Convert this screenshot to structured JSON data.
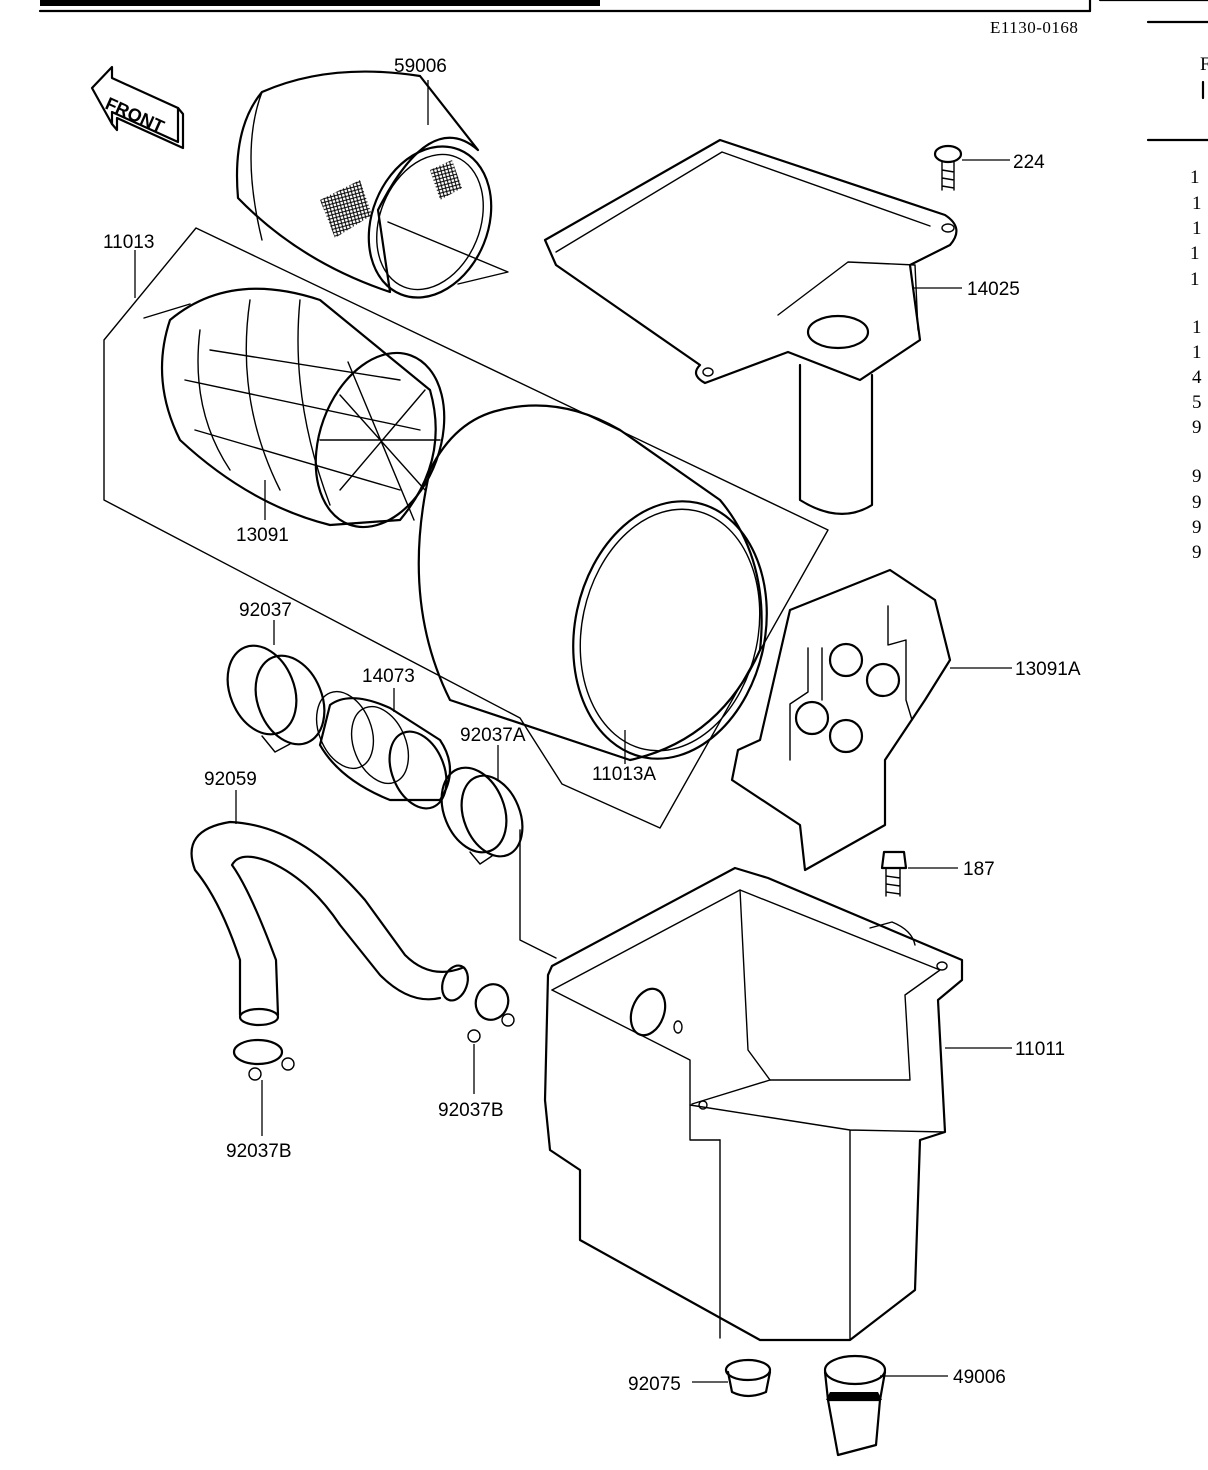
{
  "header": {
    "doc_code": "E1130-0168"
  },
  "front_arrow": {
    "label": "FRONT"
  },
  "parts": [
    {
      "id": "59006"
    },
    {
      "id": "224"
    },
    {
      "id": "11013"
    },
    {
      "id": "14025"
    },
    {
      "id": "13091"
    },
    {
      "id": "92037"
    },
    {
      "id": "14073"
    },
    {
      "id": "92037A"
    },
    {
      "id": "11013A"
    },
    {
      "id": "13091A"
    },
    {
      "id": "92059"
    },
    {
      "id": "187"
    },
    {
      "id": "11011"
    },
    {
      "id": "92037B"
    },
    {
      "id": "92037B"
    },
    {
      "id": "92075"
    },
    {
      "id": "49006"
    }
  ],
  "margin_digits": [
    "1",
    "1",
    "1",
    "1",
    "1",
    "1",
    "1",
    "4",
    "5",
    "9",
    "9",
    "9",
    "9",
    "9"
  ]
}
